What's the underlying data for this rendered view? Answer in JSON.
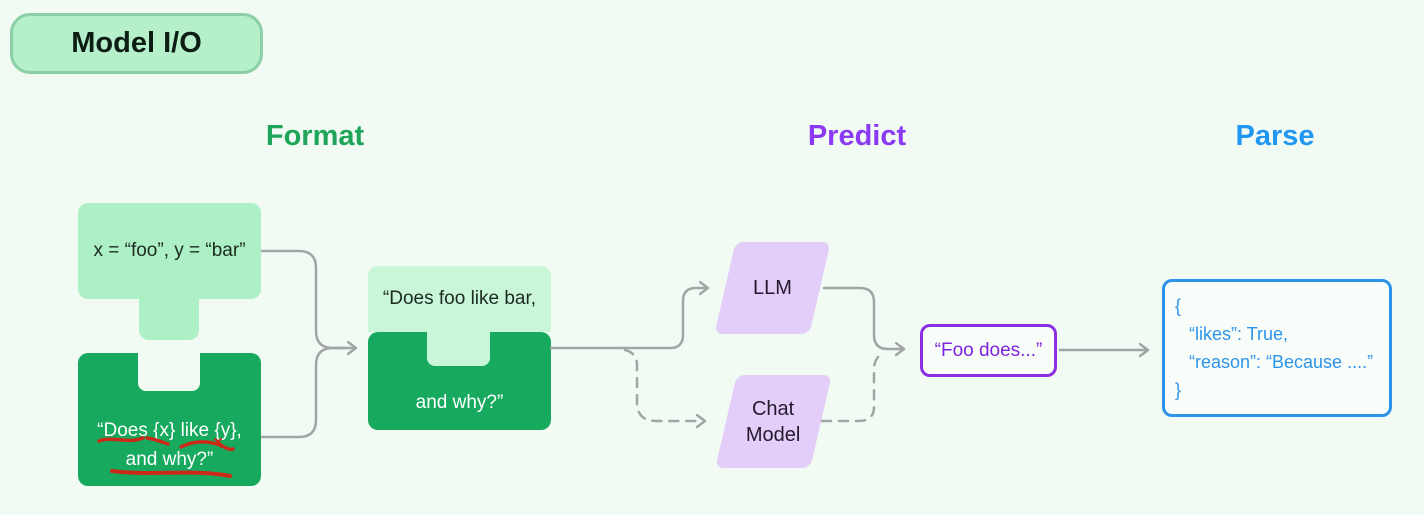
{
  "badge": {
    "label": "Model I/O"
  },
  "columns": [
    {
      "id": "format",
      "label": "Format"
    },
    {
      "id": "predict",
      "label": "Predict"
    },
    {
      "id": "parse",
      "label": "Parse"
    }
  ],
  "nodes": {
    "input_vars": {
      "text": "x = “foo”, y = “bar”"
    },
    "prompt_template": {
      "line1": "“Does {x} like {y},",
      "line2": "and why?”"
    },
    "formatted_prompt": {
      "line1": "“Does foo like bar,",
      "line2": "and why?”"
    },
    "llm": {
      "label": "LLM"
    },
    "chat_model": {
      "line1": "Chat",
      "line2": "Model"
    },
    "prediction": {
      "text": "“Foo does...”"
    },
    "parsed_output": {
      "lines": [
        "{",
        "“likes”: True,",
        "“reason”: “Because ....”",
        "}"
      ]
    }
  },
  "colors": {
    "background": "#f1faf3",
    "badge_bg": "#b5f0ca",
    "badge_border": "#8ccfa6",
    "light_green": "#adf0c5",
    "lighter_green": "#c9f6d9",
    "dark_green": "#17aa5e",
    "purple_fill": "#e3cdf9",
    "purple_border": "#8c2fe4",
    "purple_text": "#7c24dd",
    "blue": "#2d93ea",
    "header_green": "#1ea55a",
    "header_purple": "#8a3af2",
    "header_blue": "#2196f3",
    "arrow_gray": "#a0a5a5",
    "scribble_red": "#cc2a18"
  }
}
